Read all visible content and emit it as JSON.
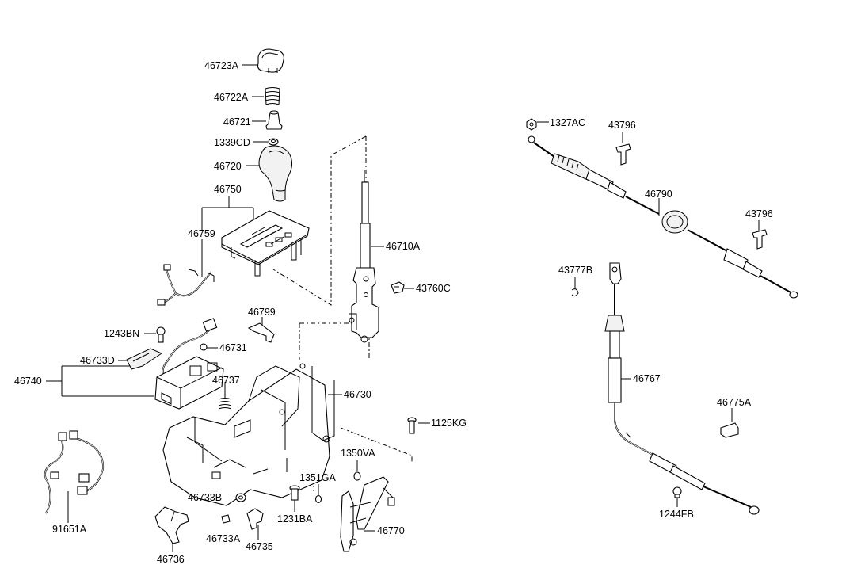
{
  "diagram": {
    "parts": [
      {
        "id": "46723A"
      },
      {
        "id": "46722A"
      },
      {
        "id": "46721"
      },
      {
        "id": "1339CD"
      },
      {
        "id": "46720"
      },
      {
        "id": "46750"
      },
      {
        "id": "46759"
      },
      {
        "id": "46710A"
      },
      {
        "id": "43760C"
      },
      {
        "id": "46799"
      },
      {
        "id": "1243BN"
      },
      {
        "id": "46731"
      },
      {
        "id": "46733D"
      },
      {
        "id": "46740"
      },
      {
        "id": "46737"
      },
      {
        "id": "46730"
      },
      {
        "id": "1125KG"
      },
      {
        "id": "1350VA"
      },
      {
        "id": "1351GA"
      },
      {
        "id": "1231BA"
      },
      {
        "id": "46733B"
      },
      {
        "id": "46733A"
      },
      {
        "id": "46735"
      },
      {
        "id": "46736"
      },
      {
        "id": "46770"
      },
      {
        "id": "91651A"
      },
      {
        "id": "1327AC"
      },
      {
        "id": "43796"
      },
      {
        "id": "46790"
      },
      {
        "id": "43796"
      },
      {
        "id": "43777B"
      },
      {
        "id": "46767"
      },
      {
        "id": "46775A"
      },
      {
        "id": "1244FB"
      }
    ]
  }
}
